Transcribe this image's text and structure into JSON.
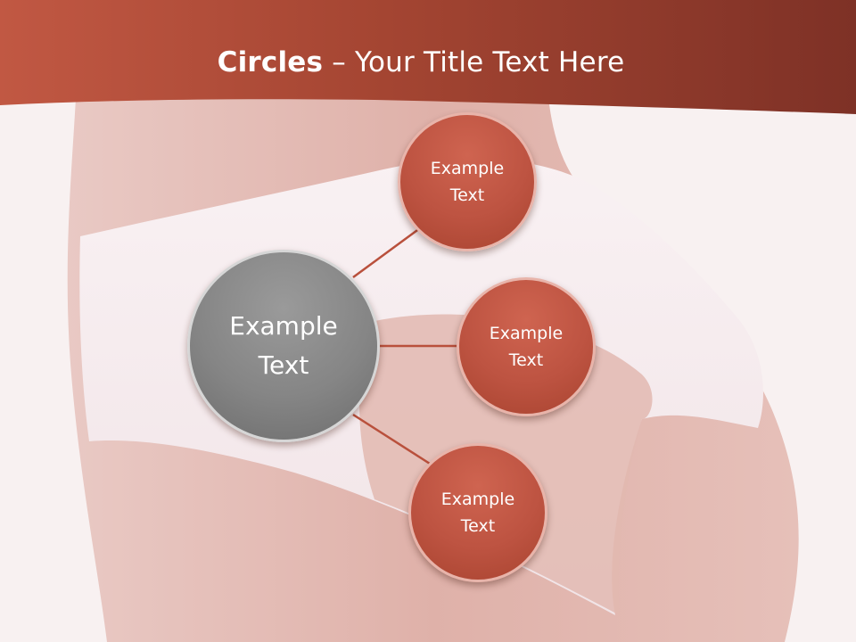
{
  "slide": {
    "title_bold": "Circles",
    "title_rest": " – Your Title Text Here"
  },
  "diagram": {
    "center": {
      "label": "Example\nText"
    },
    "nodes": [
      {
        "label": "Example\nText"
      },
      {
        "label": "Example\nText"
      },
      {
        "label": "Example\nText"
      }
    ]
  },
  "colors": {
    "header": "#a84a36",
    "node_fill": "#c05643",
    "center_fill": "#858585",
    "connector": "#b9503c",
    "background": "#f8f0f0"
  }
}
